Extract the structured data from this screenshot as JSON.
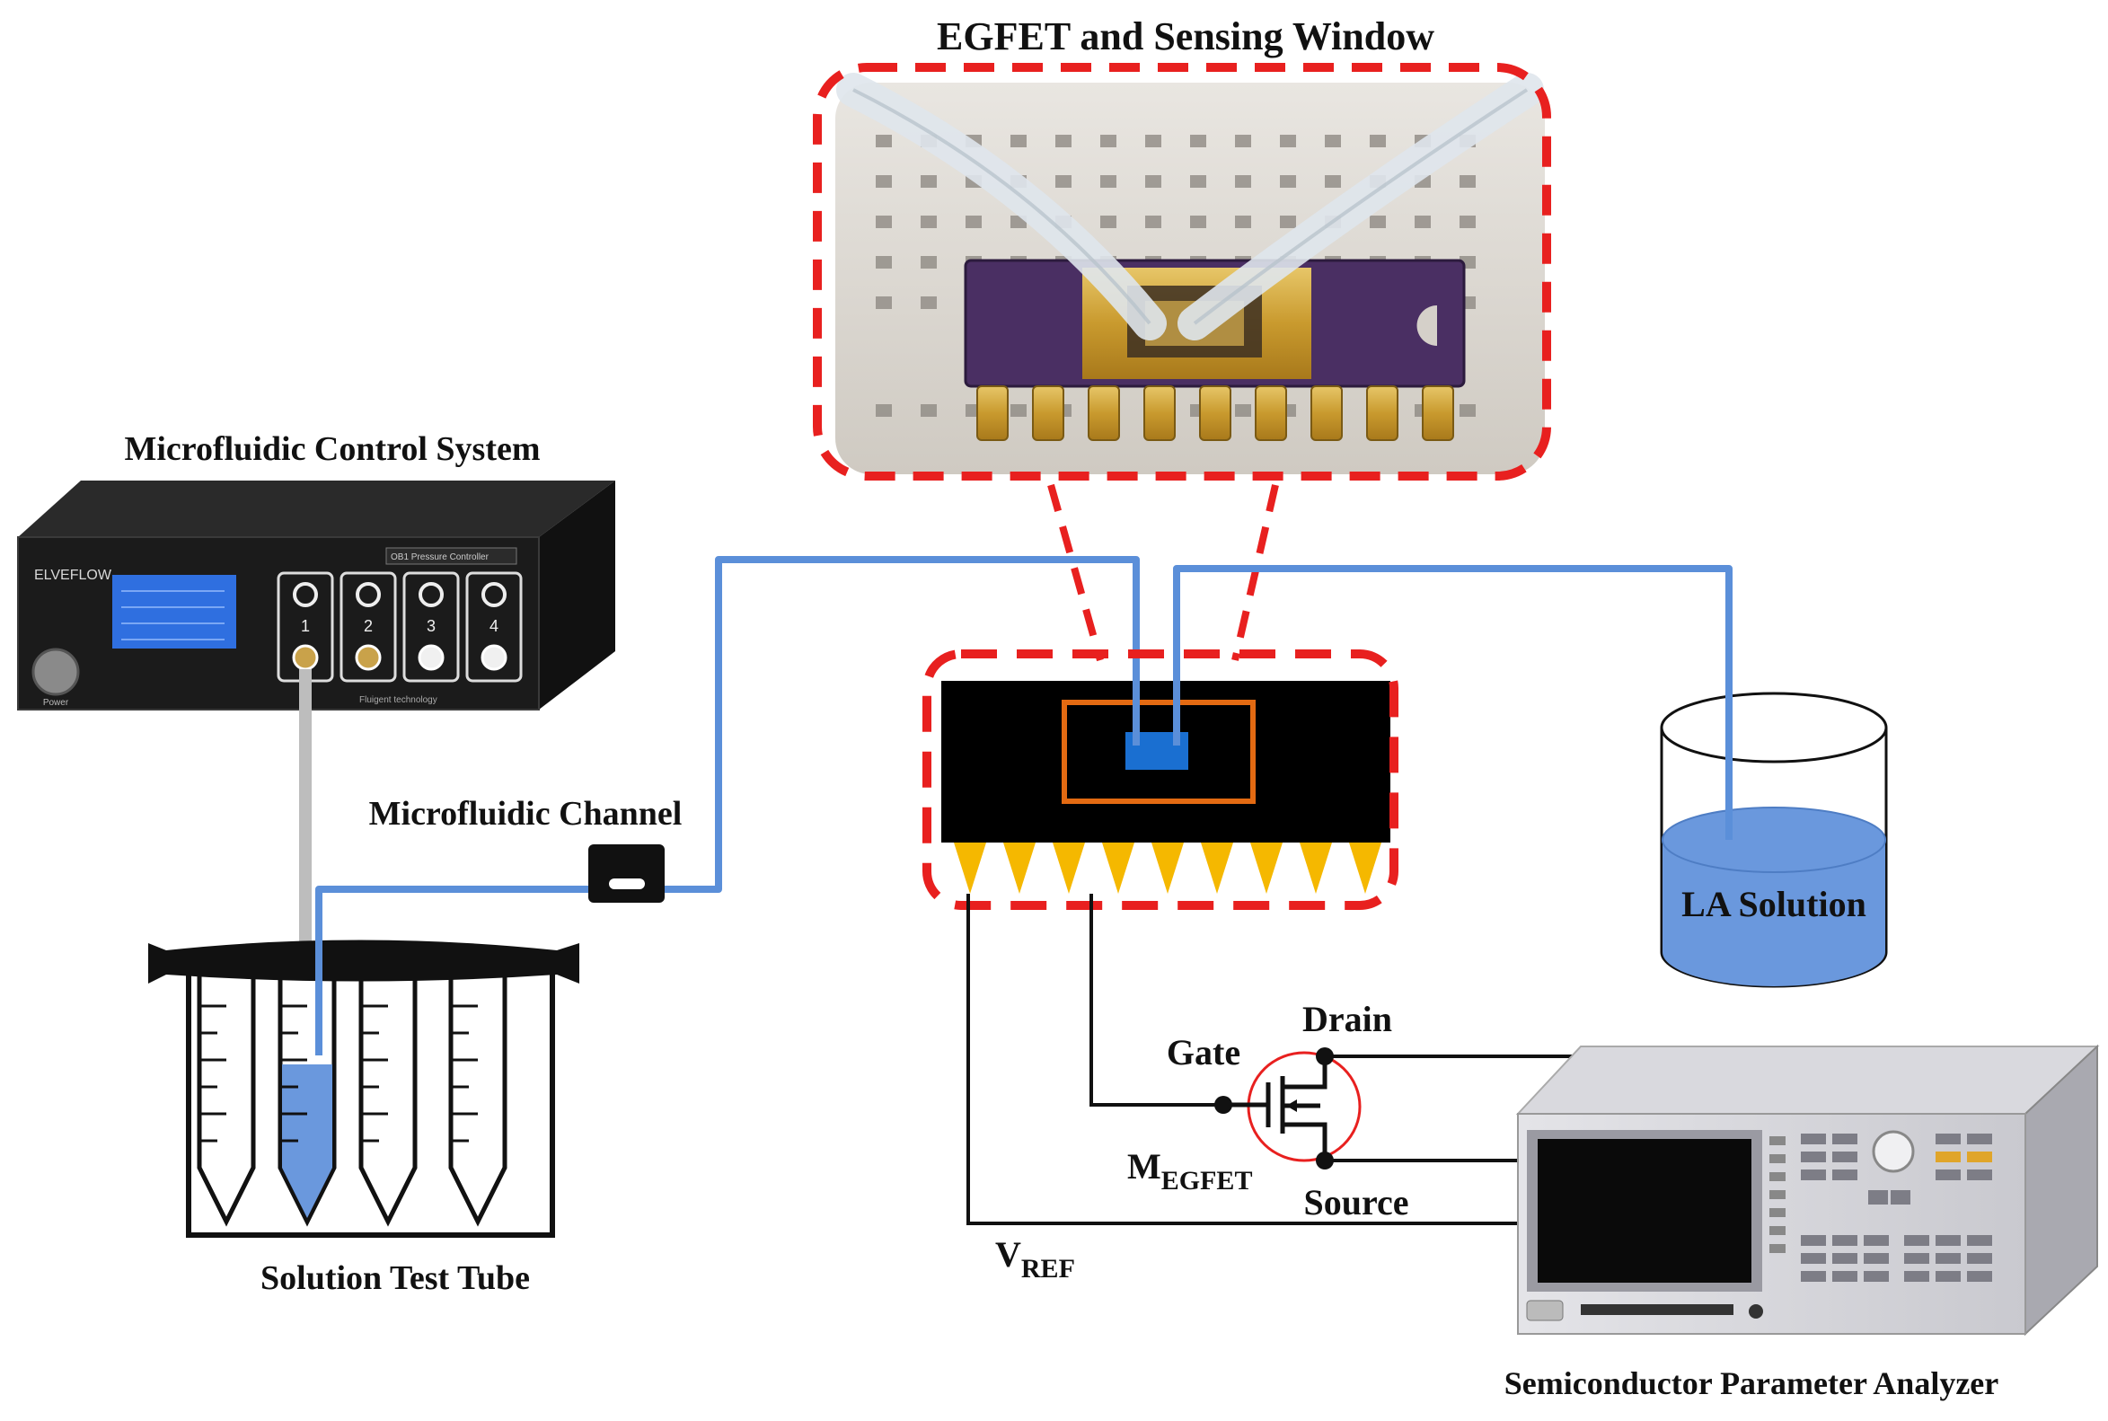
{
  "labels": {
    "egfet_window": "EGFET and Sensing Window",
    "control_system": "Microfluidic Control System",
    "channel": "Microfluidic Channel",
    "test_tube": "Solution Test Tube",
    "la_solution": "LA Solution",
    "gate": "Gate",
    "drain": "Drain",
    "source": "Source",
    "m_main": "M",
    "m_sub": "EGFET",
    "vref_main": "V",
    "vref_sub": "REF",
    "analyzer": "Semiconductor Parameter Analyzer"
  },
  "controller": {
    "brand": "ELVEFLOW",
    "model_tag": "OB1 Pressure Controller",
    "power": "Power",
    "footer": "Fluigent technology",
    "channels": [
      "1",
      "2",
      "3",
      "4"
    ]
  },
  "colors": {
    "tubing_blue": "#5b8fd9",
    "dashed_red": "#e8201f",
    "chip_black": "#000000",
    "pin_gold": "#f5b800",
    "sensing_orange": "#e36a12",
    "liquid_blue": "#6a98dd"
  }
}
